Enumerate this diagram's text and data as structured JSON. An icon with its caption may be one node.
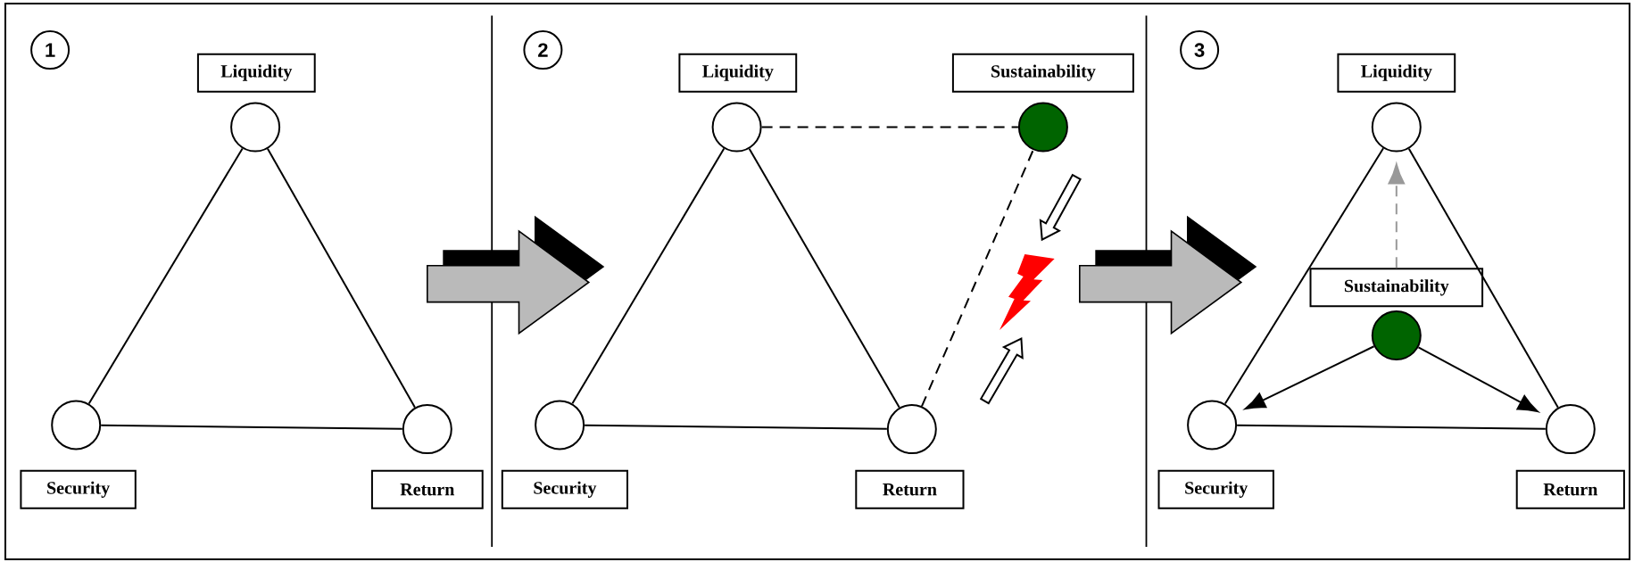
{
  "diagram": {
    "nodes": [
      {
        "text": [
          "1"
        ]
      },
      {
        "text": [
          "Liquidity"
        ]
      },
      {
        "text": [],
        "shape": "circle"
      },
      {
        "text": [],
        "shape": "circle"
      },
      {
        "text": [],
        "shape": "circle"
      },
      {
        "text": [
          "Security"
        ]
      },
      {
        "text": [
          "Return"
        ]
      },
      {
        "text": [
          "2"
        ]
      },
      {
        "text": [
          "Liquidity"
        ]
      },
      {
        "text": [
          "Sustainability"
        ]
      },
      {
        "text": [],
        "shape": "circle"
      },
      {
        "text": [],
        "shape": "circle"
      },
      {
        "text": [],
        "shape": "circle"
      },
      {
        "text": [],
        "shape": "circle"
      },
      {
        "text": [
          "Security"
        ]
      },
      {
        "text": [
          "Return"
        ]
      },
      {
        "text": [
          "3"
        ]
      },
      {
        "text": [
          "Liquidity"
        ]
      },
      {
        "text": [],
        "shape": "circle"
      },
      {
        "text": [
          "Sustainability"
        ]
      },
      {
        "text": [],
        "shape": "circle"
      },
      {
        "text": [],
        "shape": "circle"
      },
      {
        "text": [],
        "shape": "circle"
      },
      {
        "text": [
          "Security"
        ]
      },
      {
        "text": [
          "Return"
        ]
      }
    ],
    "edges": [
      {
        "from": 2,
        "to": 3,
        "arrow": "none"
      },
      {
        "from": 3,
        "to": 4,
        "arrow": "none"
      },
      {
        "from": 2,
        "to": 4,
        "arrow": "none"
      },
      {
        "from": 10,
        "to": 12,
        "arrow": "none"
      },
      {
        "from": 12,
        "to": 13,
        "arrow": "none"
      },
      {
        "from": 10,
        "to": 13,
        "arrow": "none"
      },
      {
        "from": 10,
        "to": 11,
        "arrow": "none",
        "style": "dashed"
      },
      {
        "from": 13,
        "to": 11,
        "arrow": "none",
        "style": "dashed"
      },
      {
        "from": 18,
        "to": 21,
        "arrow": "none"
      },
      {
        "from": 21,
        "to": 22,
        "arrow": "none"
      },
      {
        "from": 18,
        "to": 22,
        "arrow": "none"
      },
      {
        "from": 20,
        "to": 21,
        "arrow": "to"
      },
      {
        "from": 20,
        "to": 22,
        "arrow": "to"
      },
      {
        "from": 19,
        "to": 18,
        "arrow": "to",
        "style": "dashed",
        "color": "#999999"
      }
    ]
  }
}
